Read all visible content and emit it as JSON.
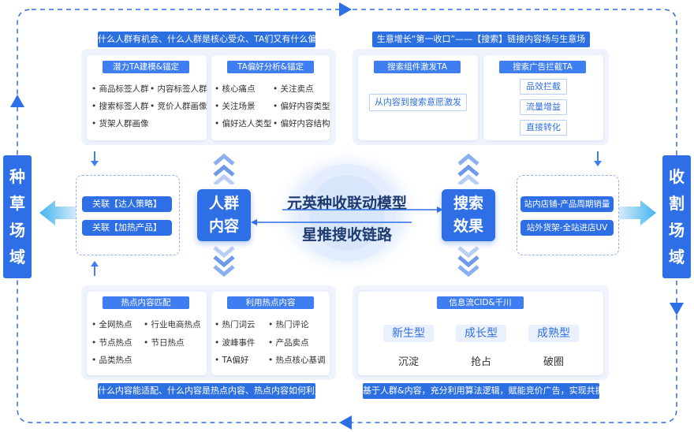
{
  "side_labels": {
    "left": [
      "种",
      "草",
      "场",
      "域"
    ],
    "right": [
      "收",
      "割",
      "场",
      "域"
    ]
  },
  "top_left": {
    "banner": "什么人群有机会、什么人群是核心受众、TA们又有什么偏好",
    "card1": {
      "title": "潜力TA建模&锚定",
      "items": [
        "商品标签人群",
        "内容标签人群",
        "搜索标签人群",
        "竞价人群画像",
        "货架人群画像"
      ]
    },
    "card2": {
      "title": "TA偏好分析&锚定",
      "items": [
        "核心痛点",
        "关注卖点",
        "关注场景",
        "偏好内容类型",
        "偏好达人类型",
        "偏好内容结构"
      ]
    }
  },
  "top_right": {
    "banner": "生意增长“第一收口”——【搜索】链接内容场与生意场",
    "card1": {
      "title": "搜索组件激发TA",
      "items": [
        "从内容到搜索意愿激发"
      ]
    },
    "card2": {
      "title": "搜索广告拦截TA",
      "items": [
        "品效拦截",
        "流量增益",
        "直接转化"
      ]
    }
  },
  "middle": {
    "left_pills": [
      "关联【达人策略】",
      "关联【加热产品】"
    ],
    "left_box": [
      "人群",
      "内容"
    ],
    "center_line1": "元英种收联动模型",
    "center_line2": "星推搜收链路",
    "right_box": [
      "搜索",
      "效果"
    ],
    "right_pills": [
      "站内店铺-产品周期销量",
      "站外货架-全站进店UV"
    ]
  },
  "bottom_left": {
    "banner": "什么内容能适配、什么内容是热点内容、热点内容如何利用",
    "card1": {
      "title": "热点内容匹配",
      "items": [
        "全网热点",
        "行业电商热点",
        "节点热点",
        "节日热点",
        "品类热点"
      ]
    },
    "card2": {
      "title": "利用热点内容",
      "items": [
        "热门词云",
        "热门评论",
        "波峰事件",
        "产品卖点",
        "TA偏好",
        "热点核心基调"
      ]
    }
  },
  "bottom_right": {
    "title": "信息流CID&千川",
    "stages": [
      {
        "label": "新生型",
        "text": "沉淀"
      },
      {
        "label": "成长型",
        "text": "抢占"
      },
      {
        "label": "成熟型",
        "text": "破圈"
      }
    ],
    "banner": "基于人群&内容，充分利用算法逻辑，赋能竞价广告，实现共振"
  },
  "colors": {
    "primary": "#2e6ee6",
    "panel_bg": "#eef3fd",
    "dash": "#2e6ee6"
  }
}
